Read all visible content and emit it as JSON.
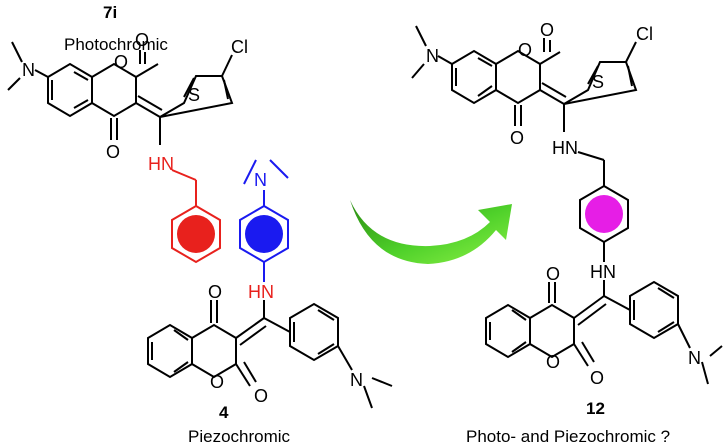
{
  "figure": {
    "left": {
      "compound_7i": {
        "number": "7i",
        "caption": "Photochromic"
      },
      "compound_4": {
        "number": "4",
        "caption": "Piezochromic"
      }
    },
    "right": {
      "compound_12": {
        "number": "12",
        "caption": "Photo- and Piezochromic ?"
      }
    },
    "atoms": {
      "n": "N",
      "o": "O",
      "s": "S",
      "cl": "Cl",
      "hn": "HN"
    },
    "colors": {
      "red_ring": "#e8211d",
      "blue_ring": "#1a1af0",
      "magenta_ring": "#e61ee6",
      "arrow_green": "#3cc81e",
      "bond": "#000000"
    }
  }
}
